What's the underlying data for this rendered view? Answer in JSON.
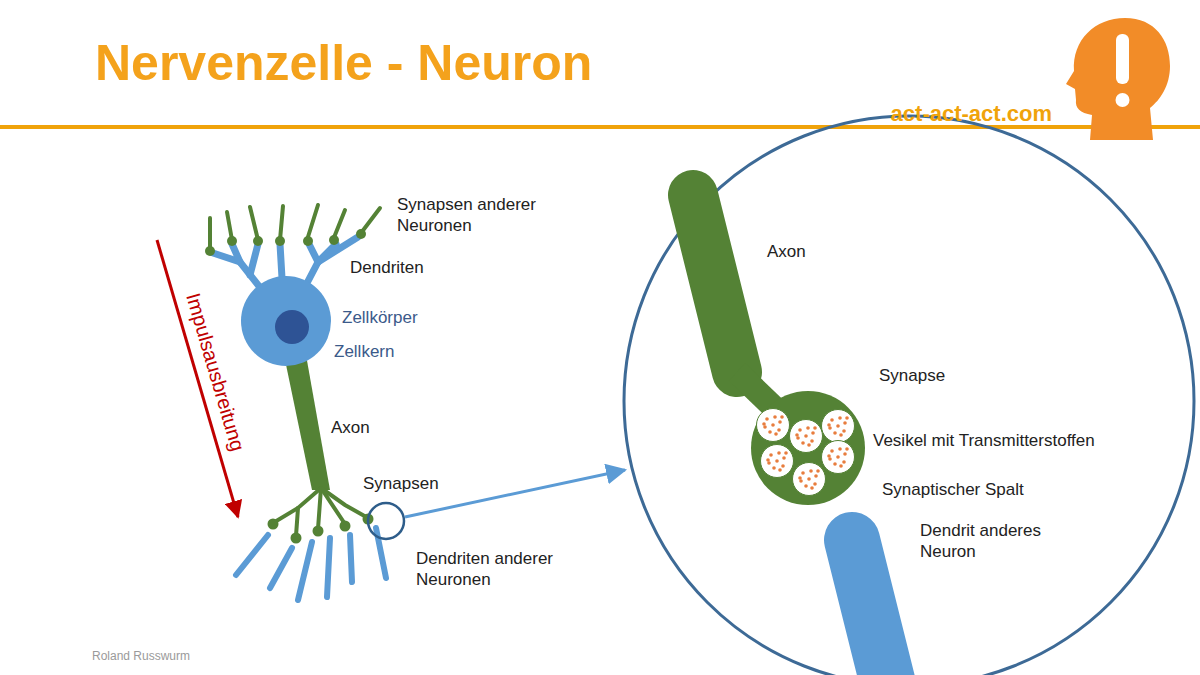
{
  "diagram": {
    "title": "Nervenzelle - Neuron",
    "labels": [
      "act-act-act.com",
      "Synapsen anderer Neuronen",
      "Dendriten",
      "Zellkörper",
      "Zellkern",
      "Impulsausbreitung",
      "Axon",
      "Synapsen",
      "Dendriten anderer Neuronen",
      "Axon",
      "Synapse",
      "Vesikel mit Transmitterstoffen",
      "Synaptischer Spalt",
      "Dendrit anderes Neuron",
      "Roland Russwurm"
    ]
  }
}
